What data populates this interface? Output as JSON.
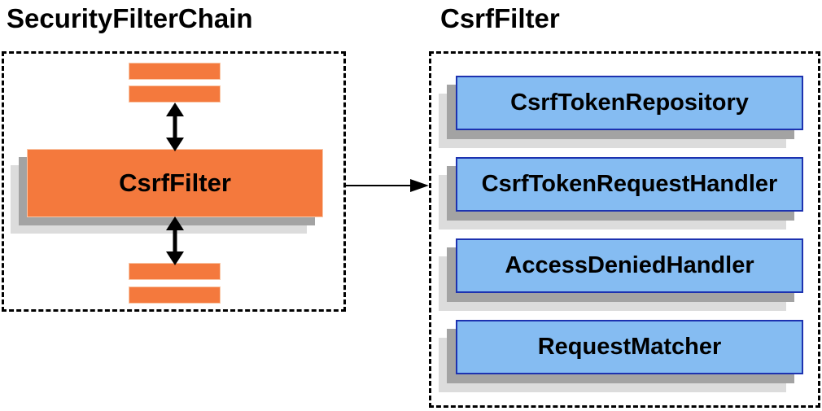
{
  "colors": {
    "orange": "#F4793D",
    "orange_border": "#F9C6A6",
    "blue_fill": "#85BCF2",
    "blue_border": "#1D32B0",
    "shadow_dark": "#A3A3A3",
    "shadow_light": "#DCDCDC",
    "arrow": "#000000"
  },
  "left_panel": {
    "title": "SecurityFilterChain",
    "filter_node_label": "CsrfFilter"
  },
  "right_panel": {
    "title": "CsrfFilter",
    "components": [
      {
        "label": "CsrfTokenRepository"
      },
      {
        "label": "CsrfTokenRequestHandler"
      },
      {
        "label": "AccessDeniedHandler"
      },
      {
        "label": "RequestMatcher"
      }
    ]
  }
}
